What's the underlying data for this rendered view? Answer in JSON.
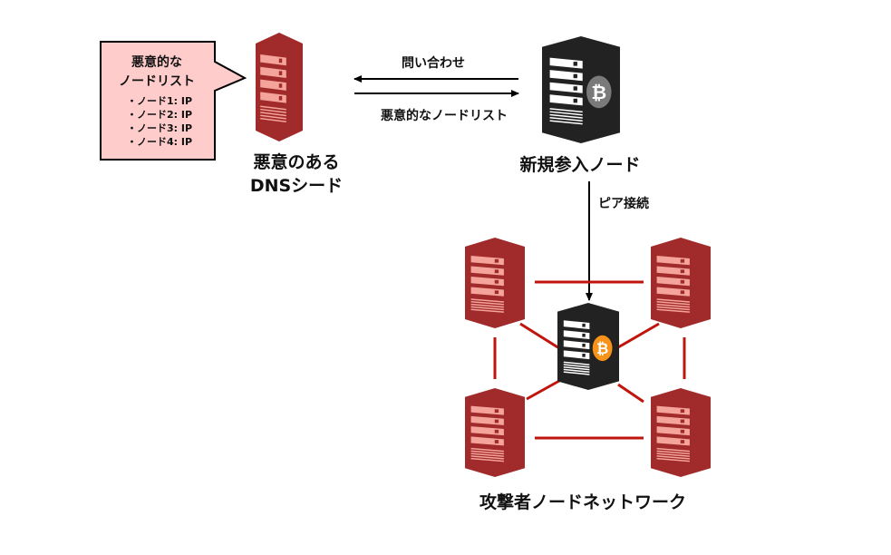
{
  "callout": {
    "title_line1": "悪意的な",
    "title_line2": "ノードリスト",
    "items": [
      "・ノード1:  IP",
      "・ノード2:  IP",
      "・ノード3:  IP",
      "・ノード4:  IP"
    ]
  },
  "dns_seed": {
    "label_line1": "悪意のある",
    "label_line2": "DNSシード"
  },
  "arrows": {
    "query_label": "問い合わせ",
    "response_label": "悪意的なノードリスト",
    "peer_label": "ピア接続"
  },
  "new_node": {
    "label": "新規参入ノード"
  },
  "attacker_network": {
    "label": "攻撃者ノードネットワーク"
  },
  "colors": {
    "malicious_red": "#a12a2a",
    "malicious_light": "#f4a49a",
    "callout_fill": "#ffcccc",
    "honest_black": "#222222",
    "bitcoin_gray": "#7a7a7a",
    "bitcoin_orange": "#f7931a",
    "link_red": "#c0150c"
  }
}
